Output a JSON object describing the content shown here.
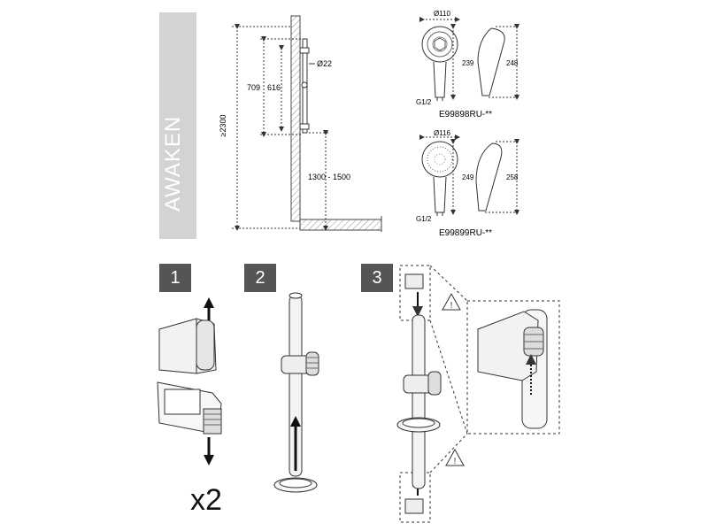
{
  "brand": {
    "name": "AWAKEN"
  },
  "rail_drawing": {
    "labels": {
      "total_height": "≥2300",
      "length_outer": "709",
      "length_inner": "616",
      "bar_diameter": "Ø22",
      "mount_height": "1300 - 1500"
    }
  },
  "handshowers": [
    {
      "code": "E99898RU-**",
      "diameter": "Ø110",
      "head_length": "239",
      "overall_length": "248",
      "thread": "G1/2"
    },
    {
      "code": "E99899RU-**",
      "diameter": "Ø116",
      "head_length": "249",
      "overall_length": "258",
      "thread": "G1/2"
    }
  ],
  "steps": [
    {
      "number": "1"
    },
    {
      "number": "2"
    },
    {
      "number": "3"
    }
  ],
  "quantity_label": "x2",
  "warning_icons": [
    "warning-triangle-icon",
    "warning-triangle-icon"
  ],
  "colors": {
    "badge": "#555555",
    "brand_band": "#d3d3d3",
    "line": "#333333"
  }
}
